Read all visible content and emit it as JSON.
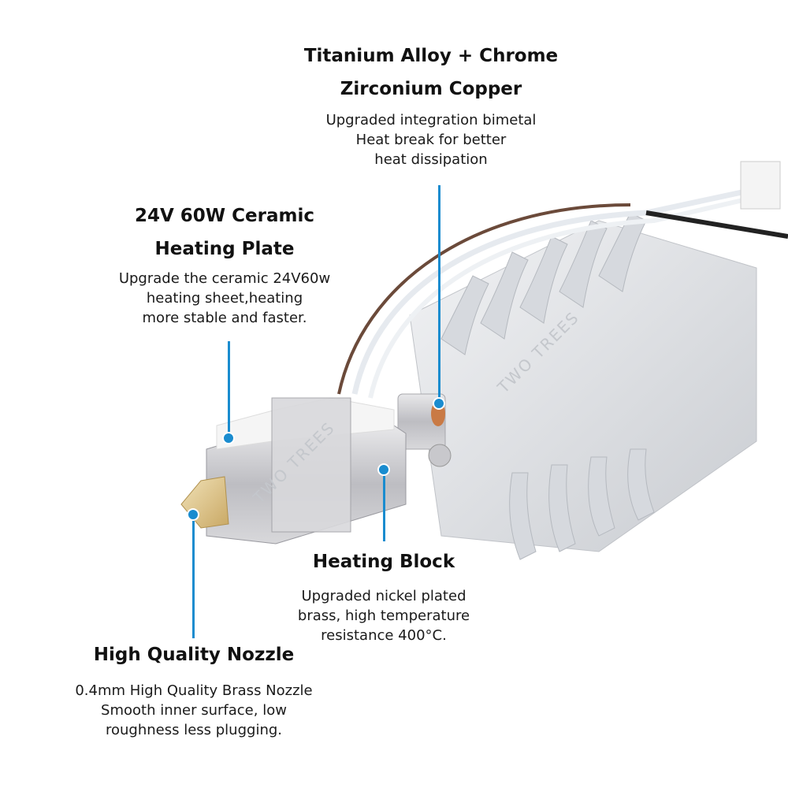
{
  "callouts": {
    "heatbreak": {
      "title_line1": "Titanium Alloy + Chrome",
      "title_line2": "Zirconium Copper",
      "desc_line1": "Upgraded integration bimetal",
      "desc_line2": "Heat break for better",
      "desc_line3": "heat dissipation"
    },
    "heating_plate": {
      "title_line1": "24V 60W Ceramic",
      "title_line2": "Heating Plate",
      "desc_line1": "Upgrade the ceramic 24V60w",
      "desc_line2": "heating sheet,heating",
      "desc_line3": "more stable and faster."
    },
    "heating_block": {
      "title": "Heating Block",
      "desc_line1": "Upgraded nickel plated",
      "desc_line2": "brass, high temperature",
      "desc_line3": "resistance 400°C."
    },
    "nozzle": {
      "title": "High Quality Nozzle",
      "desc_line1": "0.4mm High Quality Brass Nozzle",
      "desc_line2": "Smooth inner surface, low",
      "desc_line3": "roughness less plugging."
    }
  },
  "watermark": "TWO TREES",
  "colors": {
    "accent": "#1a8ccf",
    "background": "#ffffff"
  }
}
